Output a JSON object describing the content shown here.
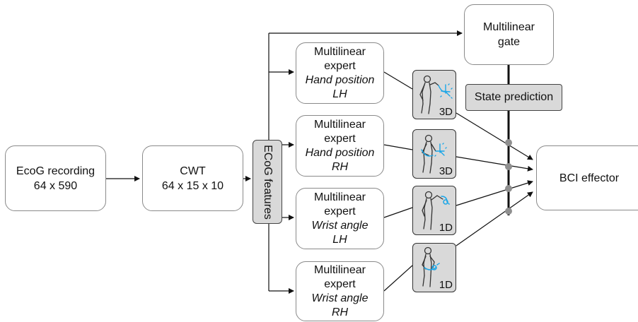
{
  "nodes": {
    "ecog_recording": {
      "line1": "EcoG recording",
      "line2": "64 x 590"
    },
    "cwt": {
      "line1": "CWT",
      "line2": "64 x 15 x 10"
    },
    "ecog_features": "ECoG features",
    "gate": {
      "line1": "Multilinear",
      "line2": "gate"
    },
    "state_prediction": "State prediction",
    "bci_effector": "BCI effector"
  },
  "experts": [
    {
      "line1": "Multilinear",
      "line2": "expert",
      "task": "Hand position",
      "hand": "LH"
    },
    {
      "line1": "Multilinear",
      "line2": "expert",
      "task": "Hand position",
      "hand": "RH"
    },
    {
      "line1": "Multilinear",
      "line2": "expert",
      "task": "Wrist angle",
      "hand": "LH"
    },
    {
      "line1": "Multilinear",
      "line2": "expert",
      "task": "Wrist angle",
      "hand": "RH"
    }
  ],
  "thumbnails": [
    {
      "dim": "3D",
      "icon": "figure-hand-position-icon"
    },
    {
      "dim": "3D",
      "icon": "figure-hand-position-icon"
    },
    {
      "dim": "1D",
      "icon": "figure-wrist-angle-icon"
    },
    {
      "dim": "1D",
      "icon": "figure-wrist-angle-icon"
    }
  ],
  "colors": {
    "box_border": "#8a8a8a",
    "box_fill_gray": "#d9d9d9",
    "accent_blue": "#19a6e8",
    "line": "#111111",
    "junction": "#8f8f8f"
  }
}
